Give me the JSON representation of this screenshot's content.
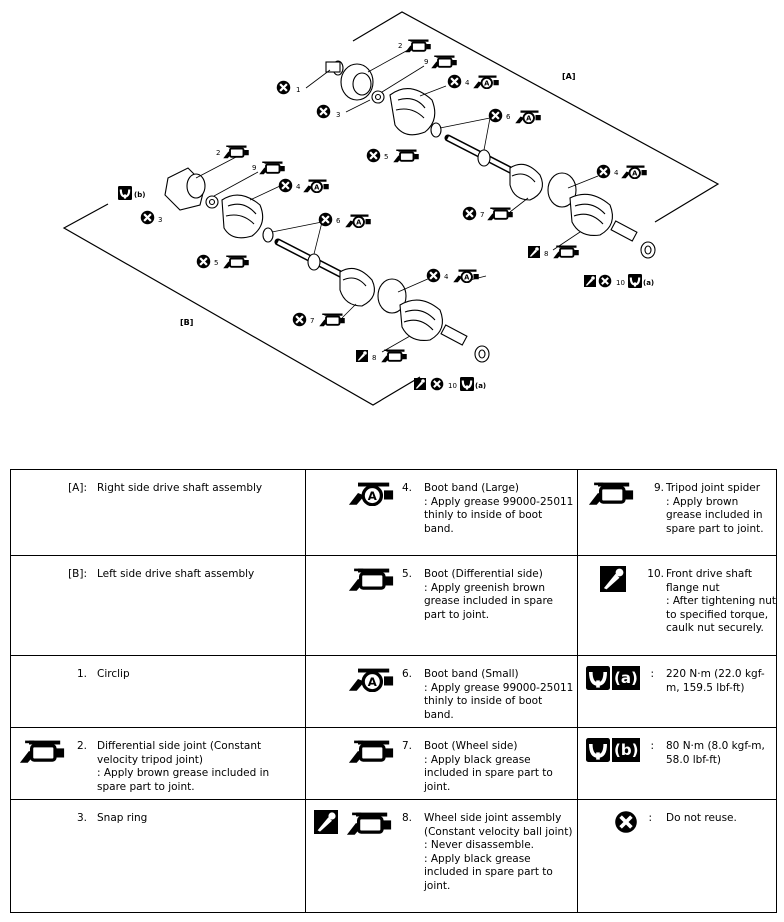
{
  "diagram": {
    "group_labels": {
      "right": "[A]",
      "left": "[B]"
    },
    "callouts": {
      "n1": "1",
      "n2": "2",
      "n3": "3",
      "n4": "4",
      "n5": "5",
      "n6": "6",
      "n7": "7",
      "n8": "8",
      "n9": "9",
      "n10": "10"
    },
    "torque_a": "(a)",
    "torque_b": "(b)"
  },
  "legend": {
    "rows": [
      {
        "c1": {
          "label": "[A]:",
          "text": [
            "Right side drive shaft assembly"
          ]
        },
        "c2": {
          "label": "4.",
          "text": [
            "Boot band (Large)",
            ": Apply grease 99000-25011 thinly to inside of boot band."
          ]
        },
        "c3": {
          "label": "9.",
          "text": [
            "Tripod joint spider",
            ": Apply brown grease included in spare part to joint."
          ]
        }
      },
      {
        "c1": {
          "label": "[B]:",
          "text": [
            "Left side drive shaft assembly"
          ]
        },
        "c2": {
          "label": "5.",
          "text": [
            "Boot (Differential side)",
            ": Apply greenish brown grease included in spare part to joint."
          ]
        },
        "c3": {
          "label": "10.",
          "text": [
            "Front drive shaft flange nut",
            ": After tightening nut to specified torque, caulk nut securely."
          ]
        }
      },
      {
        "c1": {
          "label": "1.",
          "text": [
            "Circlip"
          ]
        },
        "c2": {
          "label": "6.",
          "text": [
            "Boot band (Small)",
            ": Apply grease 99000-25011 thinly to inside of boot band."
          ]
        },
        "c3": {
          "label": ":",
          "text": [
            "220 N·m (22.0 kgf-m, 159.5 lbf-ft)"
          ]
        }
      },
      {
        "c1": {
          "label": "2.",
          "text": [
            "Differential side joint (Constant velocity tripod joint)",
            ": Apply brown grease included in spare part to joint."
          ]
        },
        "c2": {
          "label": "7.",
          "text": [
            "Boot (Wheel side)",
            ": Apply black grease included in spare part to joint."
          ]
        },
        "c3": {
          "label": ":",
          "text": [
            "80 N·m (8.0 kgf-m, 58.0 lbf-ft)"
          ]
        }
      },
      {
        "c1": {
          "label": "3.",
          "text": [
            "Snap ring"
          ]
        },
        "c2": {
          "label": "8.",
          "text": [
            "Wheel side joint assembly (Constant velocity ball joint)",
            ": Never disassemble.",
            ": Apply black grease included in spare part to joint."
          ]
        },
        "c3": {
          "label": ":",
          "text": [
            "Do not reuse."
          ]
        }
      }
    ],
    "icons": {
      "grease": "grease-gun-icon",
      "grease_a": "grease-gun-a-icon",
      "no_disassemble": "do-not-disassemble-icon",
      "torque": "torque-wrench-icon",
      "no_reuse": "do-not-reuse-icon"
    },
    "icon_text": {
      "A": "A",
      "a": "(a)",
      "b": "(b)"
    }
  }
}
